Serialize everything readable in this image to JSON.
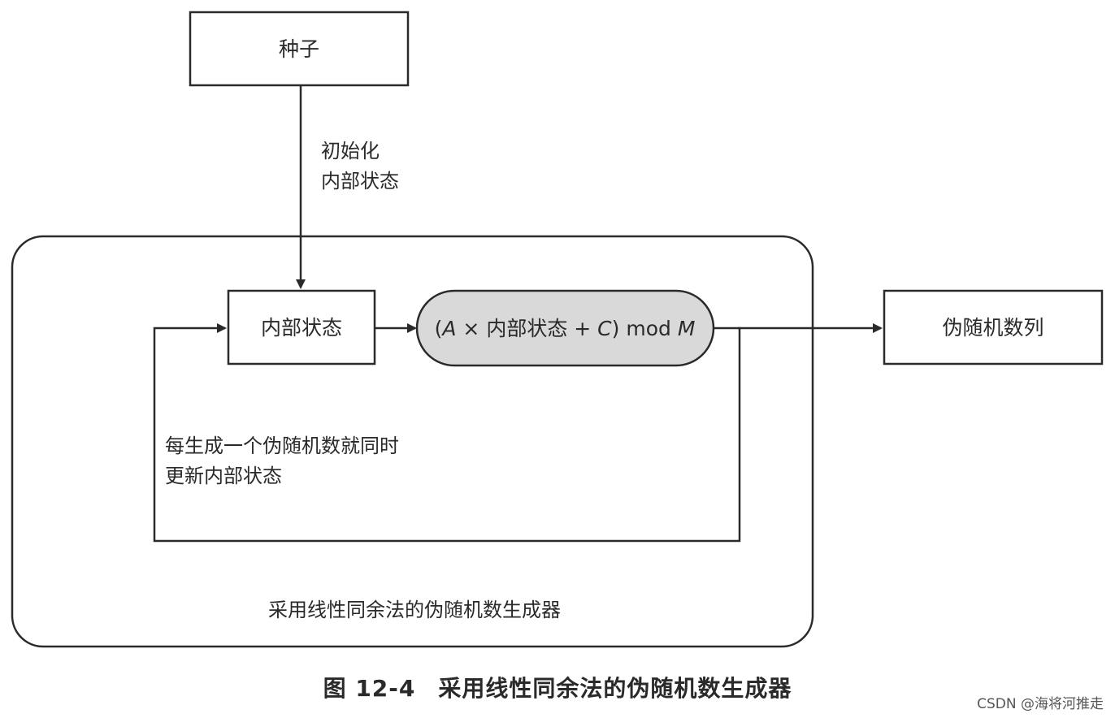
{
  "nodes": {
    "seed": "种子",
    "internal_state": "内部状态",
    "formula": {
      "open": "(",
      "a": "A",
      "times": " × ",
      "state": "内部状态",
      "plus": " + ",
      "c": "C",
      "close_mod": ") mod ",
      "m": "M"
    },
    "output": "伪随机数列"
  },
  "labels": {
    "init_line1": "初始化",
    "init_line2": "内部状态",
    "update_line1": "每生成一个伪随机数就同时",
    "update_line2": "更新内部状态",
    "container": "采用线性同余法的伪随机数生成器"
  },
  "caption": {
    "figure_number": "图 12-4",
    "title": "采用线性同余法的伪随机数生成器"
  },
  "watermark": "CSDN @海将河推走",
  "colors": {
    "line": "#2a2a2a",
    "formula_fill": "#d9d9d9",
    "background": "#ffffff"
  }
}
